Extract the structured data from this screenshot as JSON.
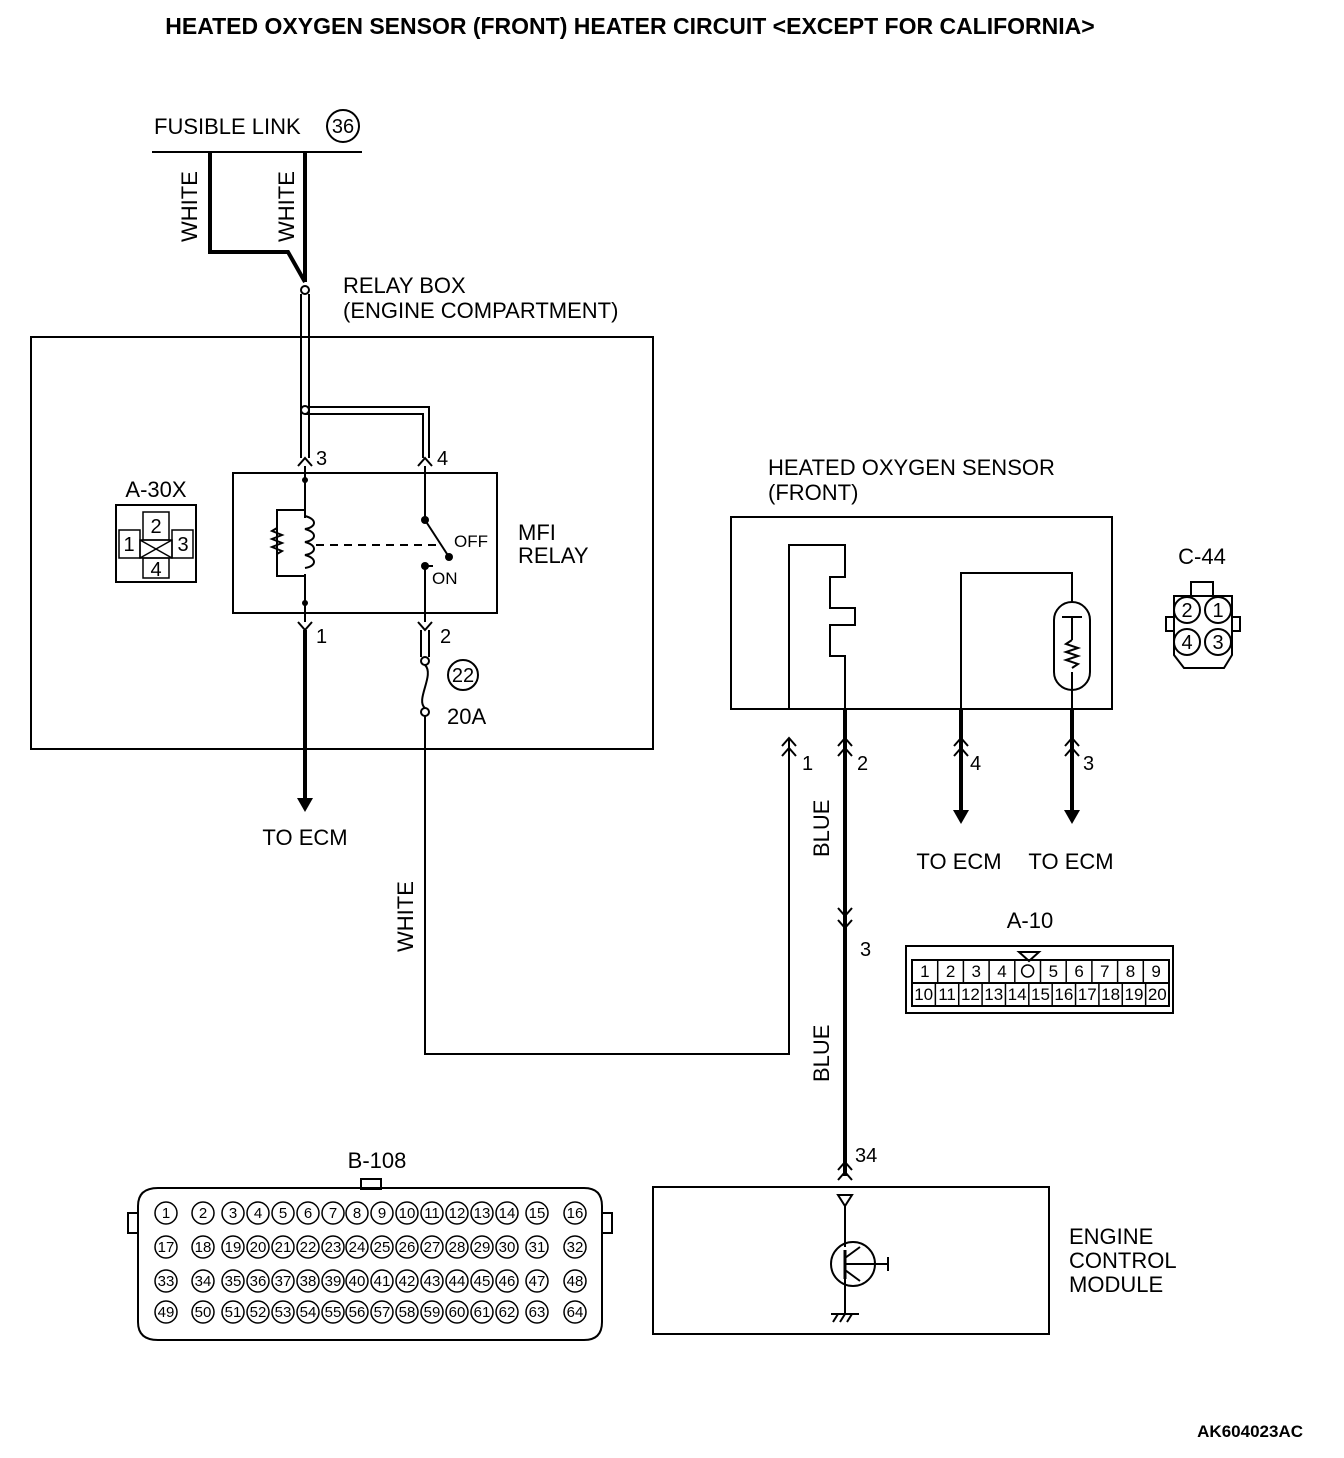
{
  "title": "HEATED OXYGEN SENSOR (FRONT) HEATER CIRCUIT <EXCEPT FOR CALIFORNIA>",
  "fusible_link": {
    "label": "FUSIBLE LINK",
    "number": "36"
  },
  "wire_colors": {
    "white": "WHITE",
    "blue": "BLUE"
  },
  "relay_box": {
    "line1": "RELAY BOX",
    "line2": "(ENGINE COMPARTMENT)"
  },
  "mfi_relay": {
    "line1": "MFI",
    "line2": "RELAY",
    "off": "OFF",
    "on": "ON",
    "pins": {
      "p1": "1",
      "p2": "2",
      "p3": "3",
      "p4": "4"
    }
  },
  "fuse": {
    "number": "22",
    "rating": "20A"
  },
  "connector_a30x": {
    "id": "A-30X",
    "pins": [
      "1",
      "2",
      "3",
      "4"
    ]
  },
  "to_ecm": "TO ECM",
  "oxygen_sensor": {
    "line1": "HEATED OXYGEN SENSOR",
    "line2": "(FRONT)",
    "pins": {
      "p1": "1",
      "p2": "2",
      "p3": "3",
      "p4": "4"
    }
  },
  "connector_c44": {
    "id": "C-44",
    "pins": [
      "1",
      "2",
      "3",
      "4"
    ]
  },
  "connector_a10": {
    "id": "A-10",
    "pin_label": "3",
    "row1": [
      "1",
      "2",
      "3",
      "4",
      "",
      "5",
      "6",
      "7",
      "8",
      "9"
    ],
    "row2": [
      "10",
      "11",
      "12",
      "13",
      "14",
      "15",
      "16",
      "17",
      "18",
      "19",
      "20"
    ]
  },
  "connector_b108": {
    "id": "B-108",
    "pin_count": 64
  },
  "ecm": {
    "line1": "ENGINE",
    "line2": "CONTROL",
    "line3": "MODULE",
    "pin": "34"
  },
  "figure_code": "AK604023AC"
}
